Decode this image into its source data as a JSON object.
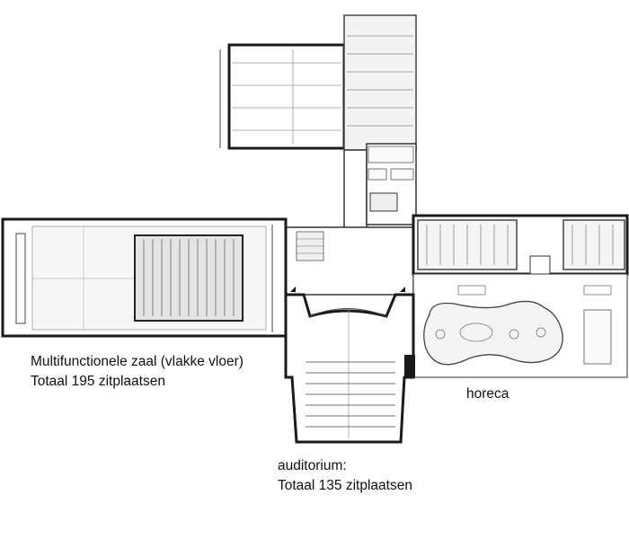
{
  "labels": {
    "multifunctional": {
      "line1": "Multifunctionele zaal (vlakke vloer)",
      "line2": "Totaal 195 zitplaatsen"
    },
    "horeca": {
      "line1": "horeca"
    },
    "auditorium": {
      "line1": "auditorium:",
      "line2": "Totaal 135 zitplaatsen"
    }
  },
  "colors": {
    "wall": "#1a1a1a",
    "line": "#555555",
    "fill": "#f2f2f2",
    "light": "#bbbbbb"
  }
}
